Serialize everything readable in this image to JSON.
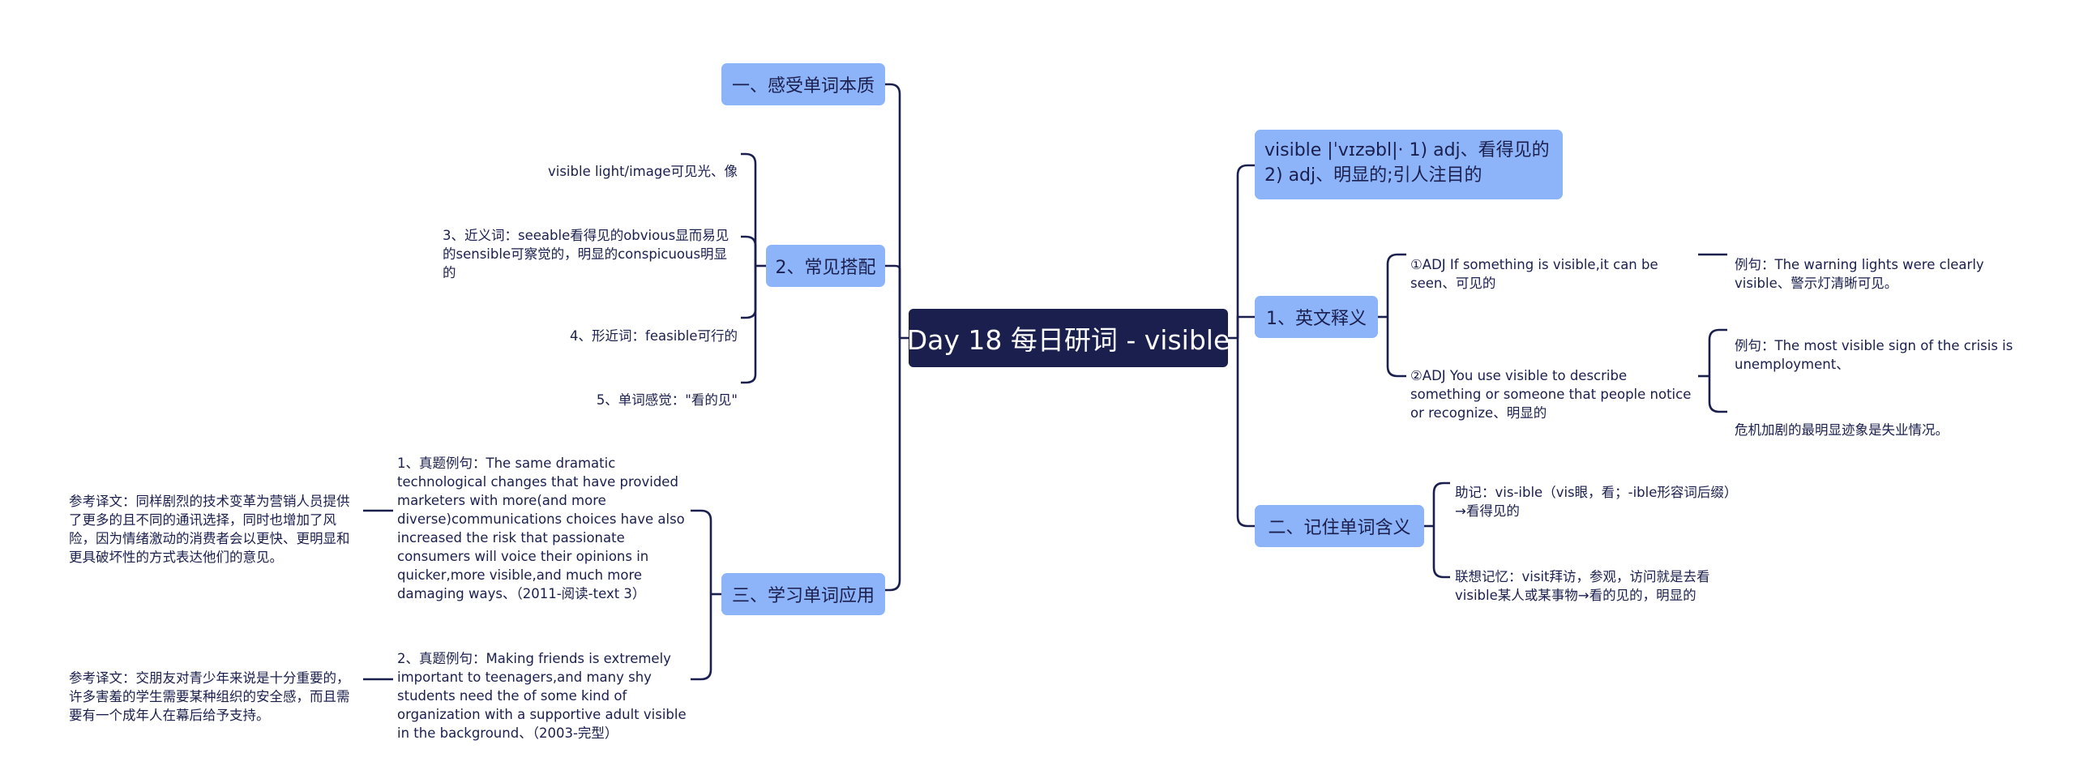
{
  "root": {
    "label": "Day 18 每日研词 - visible"
  },
  "right": {
    "definition": {
      "label": "visible |ˈvɪzəbl|· 1) adj、看得见的 2) adj、明显的;引人注目的"
    },
    "english_meaning": {
      "label": "1、英文释义",
      "items": [
        {
          "label": "①ADJ If something is visible,it can be seen、可见的",
          "example": "例句：The warning lights were clearly visible、警示灯清晰可见。"
        },
        {
          "label": "②ADJ You use visible to describe something or someone that people notice or recognize、明显的",
          "example": "例句：The most visible sign of the crisis is unemployment、",
          "translation": "危机加剧的最明显迹象是失业情况。"
        }
      ]
    },
    "remember": {
      "label": "二、记住单词含义",
      "items": [
        {
          "label": "助记：vis-ible（vis眼，看；-ible形容词后缀）→看得见的"
        },
        {
          "label": "联想记忆：visit拜访，参观，访问就是去看visible某人或某事物→看的见的，明显的"
        }
      ]
    }
  },
  "left": {
    "feel": {
      "label": "一、感受单词本质"
    },
    "collocations": {
      "label": "2、常见搭配",
      "items": [
        "visible light/image可见光、像",
        "3、近义词：seeable看得见的obvious显而易见的sensible可察觉的，明显的conspicuous明显的",
        "4、形近词：feasible可行的",
        "5、单词感觉：\"看的见\""
      ]
    },
    "usage": {
      "label": "三、学习单词应用",
      "items": [
        {
          "label": "1、真题例句：The same dramatic technological changes that have provided marketers with more(and more diverse)communications choices have also increased the risk that passionate consumers will voice their opinions in quicker,more visible,and much more damaging ways、（2011-阅读-text 3）",
          "translation": "参考译文：同样剧烈的技术变革为营销人员提供了更多的且不同的通讯选择，同时也增加了风险，因为情绪激动的消费者会以更快、更明显和更具破坏性的方式表达他们的意见。"
        },
        {
          "label": "2、真题例句：Making friends is extremely important to teenagers,and many shy students need the of some kind of organization with a supportive adult visible in the background、（2003-完型）",
          "translation": "参考译文：交朋友对青少年来说是十分重要的，许多害羞的学生需要某种组织的安全感，而且需要有一个成年人在幕后给予支持。"
        }
      ]
    }
  }
}
